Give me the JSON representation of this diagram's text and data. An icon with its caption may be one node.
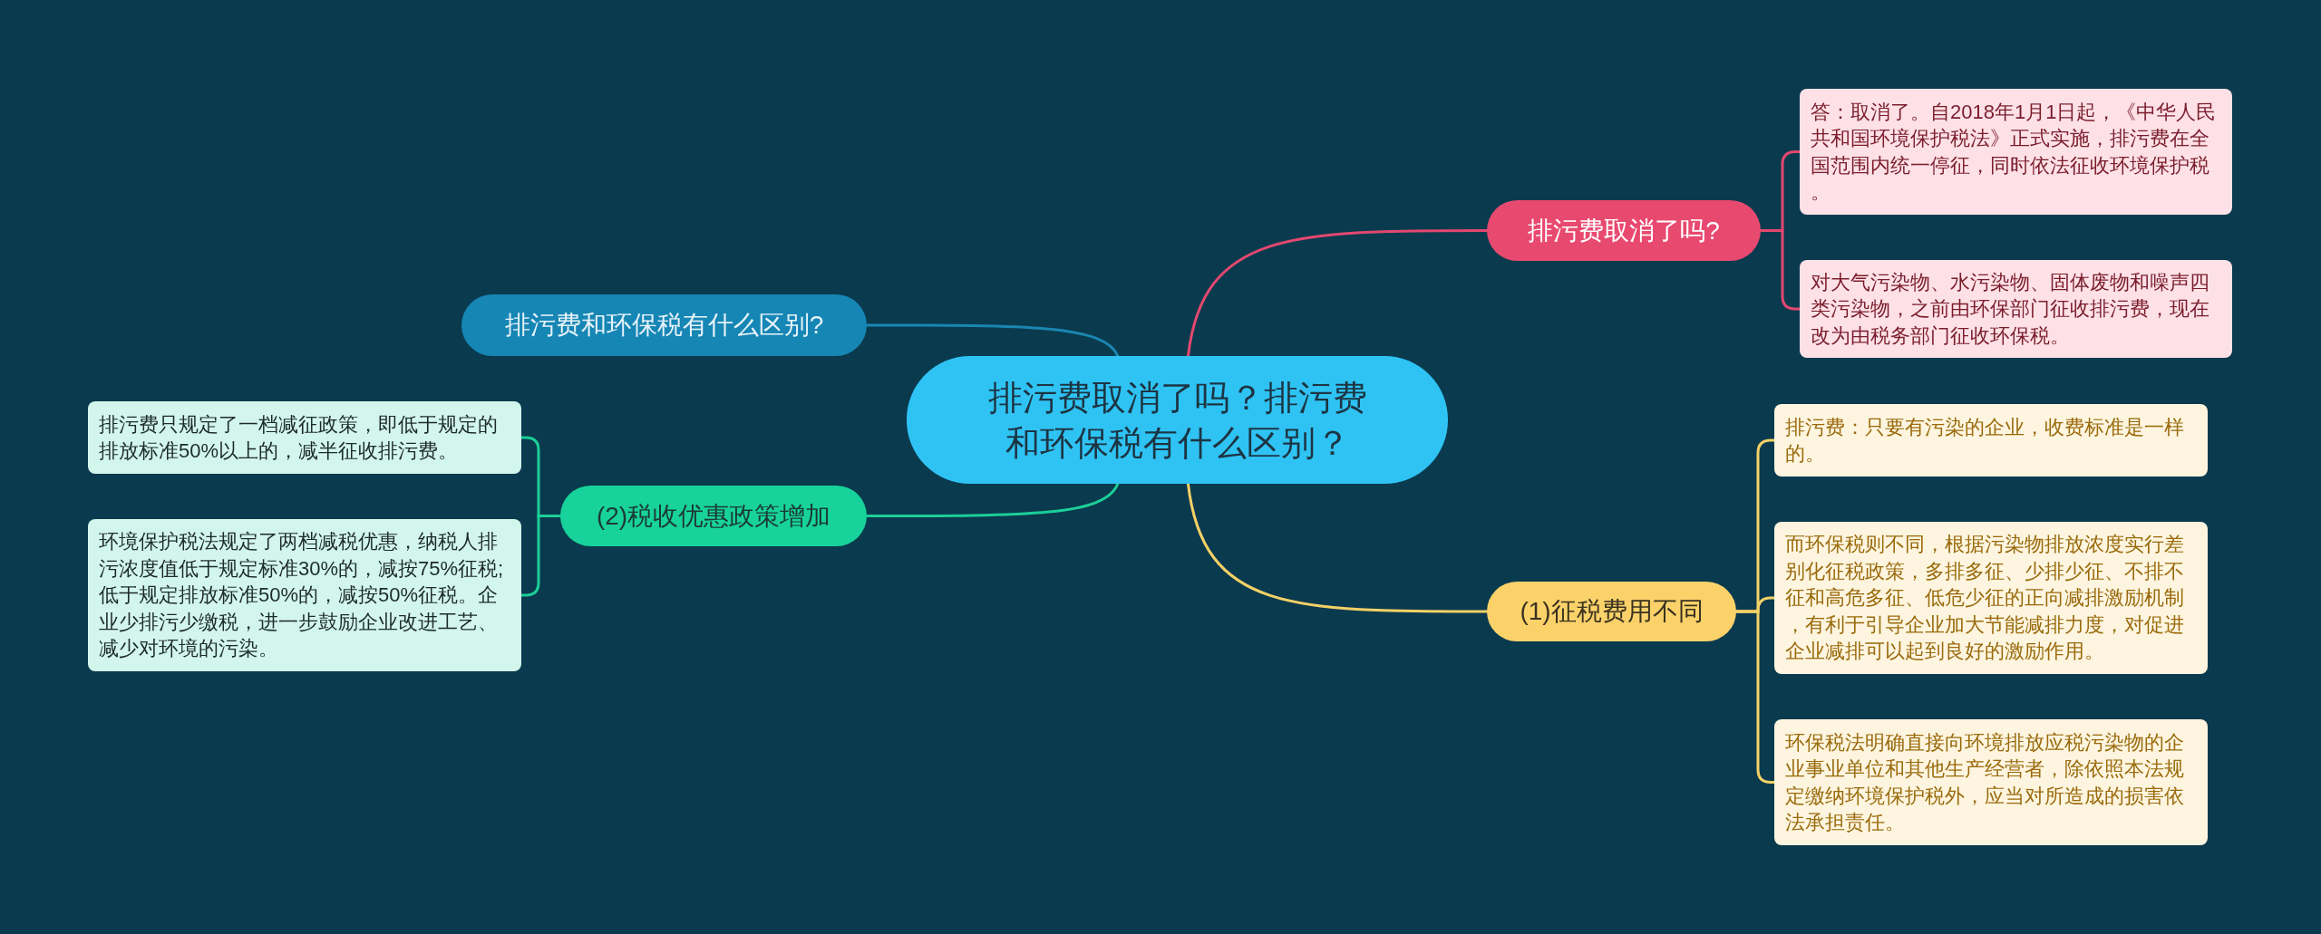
{
  "diagram": {
    "nodes": [
      {
        "text": [
          "排污费取消了吗？排污费和环保税有什么区别？"
        ]
      },
      {
        "text": [
          "排污费取消了吗?"
        ]
      },
      {
        "text": [
          "答：取消了。自2018年1月1日起，《中华人民共和国环境保护税法》正式实施，排污费在全国范围内统一停征，同时依法征收环境保护税。"
        ]
      },
      {
        "text": [
          "对大气污染物、水污染物、固体废物和噪声四类污染物，之前由环保部门征收排污费，现在改为由税务部门征收环保税。"
        ]
      },
      {
        "text": [
          "(1)征税费用不同"
        ]
      },
      {
        "text": [
          "排污费：只要有污染的企业，收费标准是一样的。"
        ]
      },
      {
        "text": [
          "而环保税则不同，根据污染物排放浓度实行差别化征税政策，多排多征、少排少征、不排不征和高危多征、低危少征的正向减排激励机制，有利于引导企业加大节能减排力度，对促进企业减排可以起到良好的激励作用。"
        ]
      },
      {
        "text": [
          "环保税法明确直接向环境排放应税污染物的企业事业单位和其他生产经营者，除依照本法规定缴纳环境保护税外，应当对所造成的损害依法承担责任。"
        ]
      },
      {
        "text": [
          "排污费和环保税有什么区别?"
        ]
      },
      {
        "text": [
          "(2)税收优惠政策增加"
        ]
      },
      {
        "text": [
          "排污费只规定了一档减征政策，即低于规定的排放标准50%以上的，减半征收排污费。"
        ]
      },
      {
        "text": [
          "环境保护税法规定了两档减税优惠，纳税人排污浓度值低于规定标准30%的，减按75%征税;低于规定排放标准50%的，减按50%征税。企业少排污少缴税，进一步鼓励企业改进工艺、减少对环境的污染。"
        ]
      }
    ],
    "edges": [
      {
        "from": 0,
        "to": 1,
        "arrow": "none",
        "color": "#e3486f"
      },
      {
        "from": 1,
        "to": 2,
        "arrow": "none",
        "color": "#e3486f"
      },
      {
        "from": 1,
        "to": 3,
        "arrow": "none",
        "color": "#e3486f"
      },
      {
        "from": 0,
        "to": 4,
        "arrow": "none",
        "color": "#f3d166"
      },
      {
        "from": 4,
        "to": 5,
        "arrow": "none",
        "color": "#f3d166"
      },
      {
        "from": 4,
        "to": 6,
        "arrow": "none",
        "color": "#f3d166"
      },
      {
        "from": 4,
        "to": 7,
        "arrow": "none",
        "color": "#f3d166"
      },
      {
        "from": 0,
        "to": 8,
        "arrow": "none",
        "color": "#1a86b0"
      },
      {
        "from": 0,
        "to": 9,
        "arrow": "none",
        "color": "#1ccf98"
      },
      {
        "from": 9,
        "to": 10,
        "arrow": "none",
        "color": "#1ccf98"
      },
      {
        "from": 9,
        "to": 11,
        "arrow": "none",
        "color": "#1ccf98"
      }
    ]
  }
}
